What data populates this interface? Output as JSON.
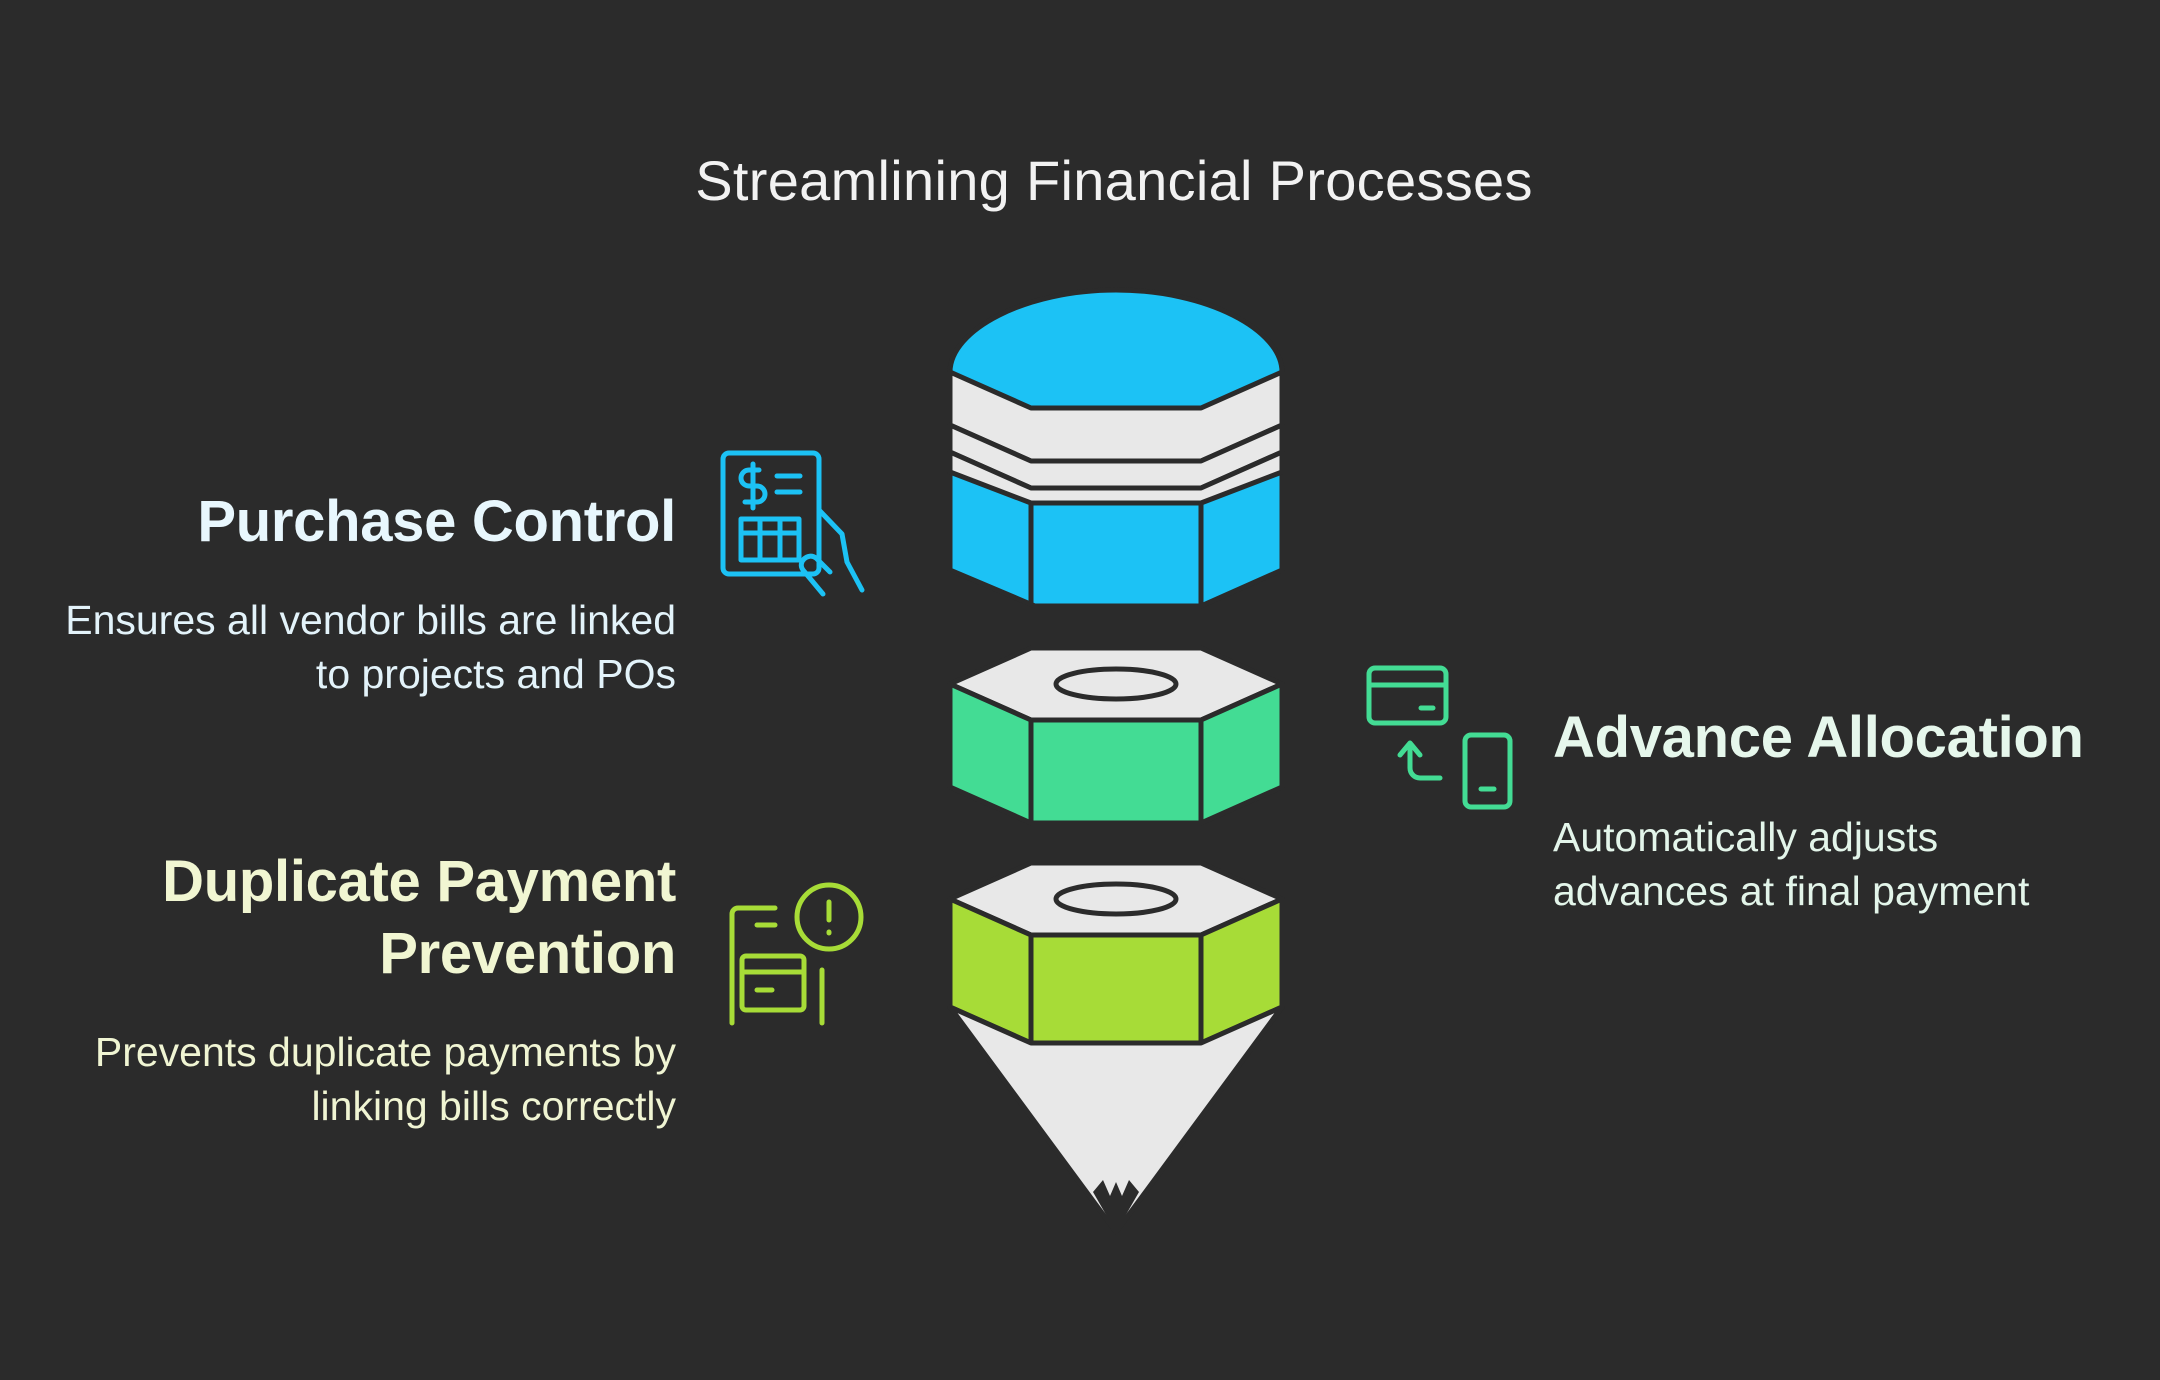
{
  "title": "Streamlining Financial Processes",
  "items": [
    {
      "heading": "Purchase Control",
      "description": "Ensures all vendor bills are linked to projects and POs",
      "color": "#1cc2f5",
      "icon": "invoice-hand-icon"
    },
    {
      "heading": "Advance Allocation",
      "description": "Automatically adjusts advances at final payment",
      "color": "#43dc94",
      "icon": "card-to-phone-icon"
    },
    {
      "heading": "Duplicate Payment Prevention",
      "description": "Prevents duplicate payments by linking bills correctly",
      "color": "#a7dc37",
      "icon": "card-alert-icon"
    }
  ],
  "colors": {
    "background": "#2b2b2b",
    "segment_top": "#e8e8e8",
    "outline": "#2b2b2b"
  }
}
